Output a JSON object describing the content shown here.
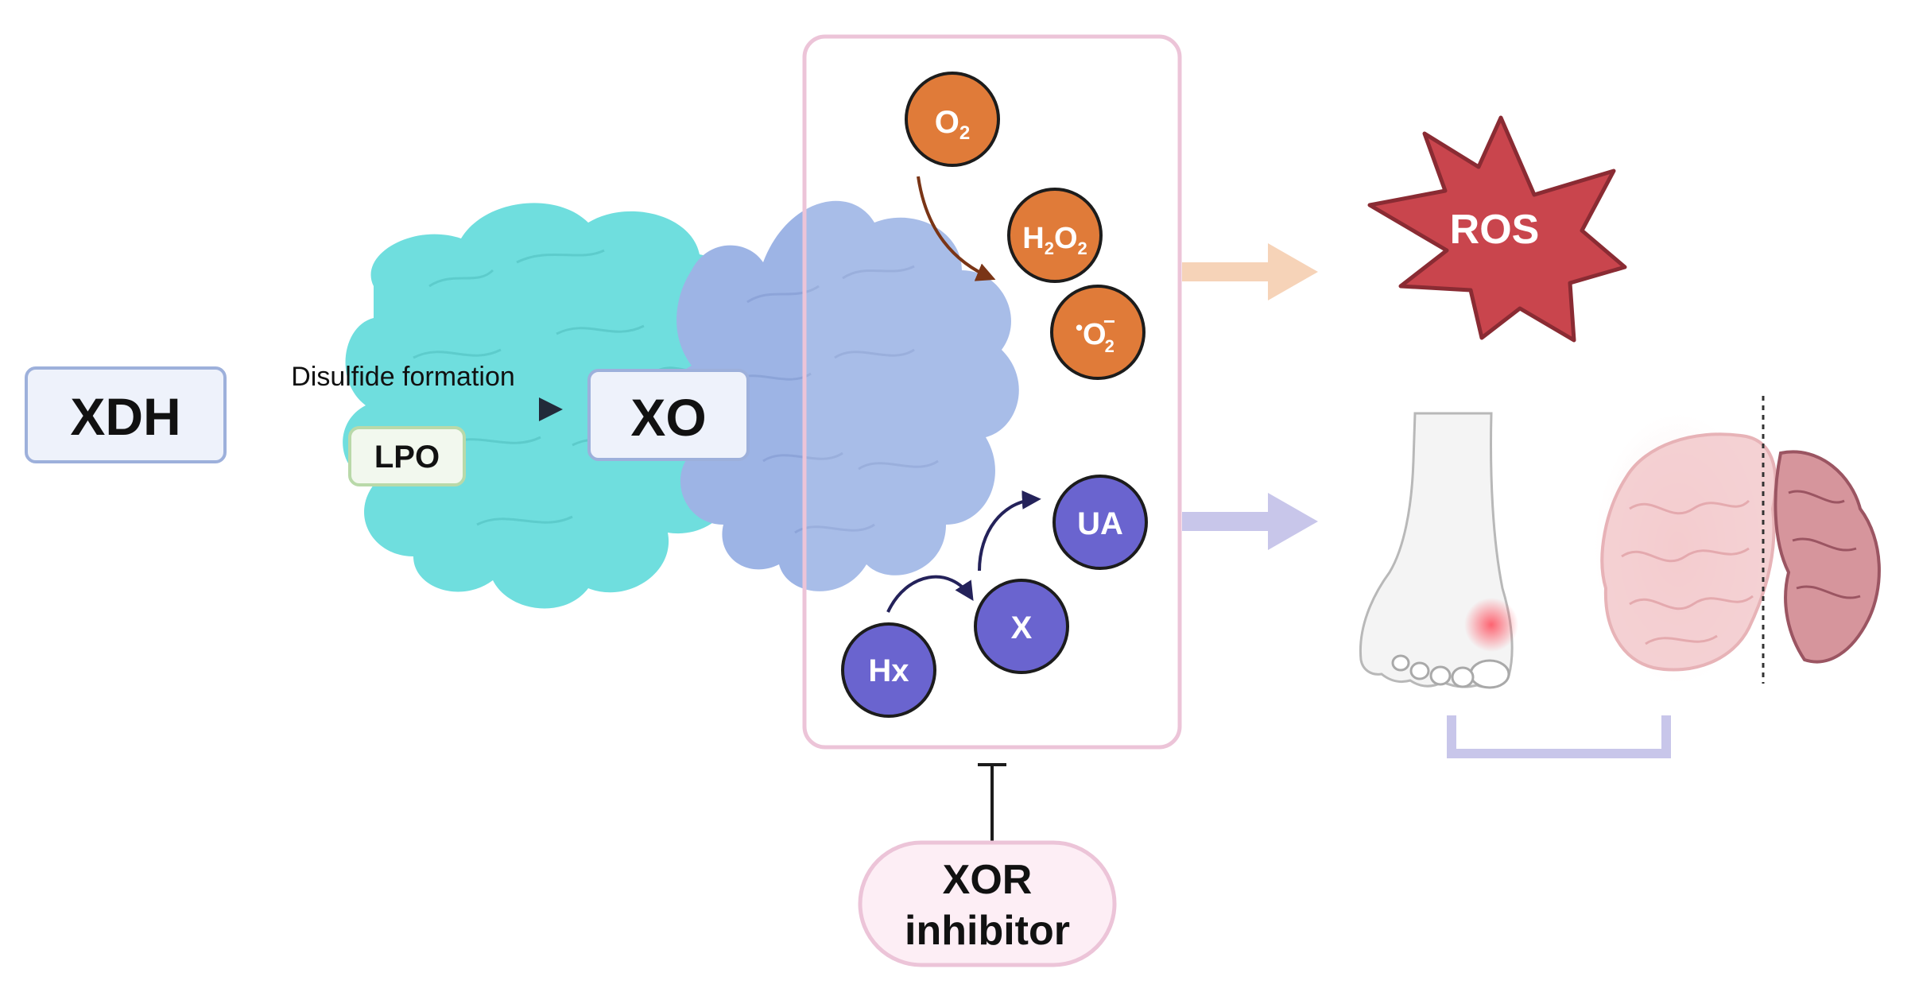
{
  "labels": {
    "xdh": "XDH",
    "xo": "XO",
    "lpo": "LPO",
    "disulfide": "Disulfide formation",
    "ros": "ROS",
    "xor_line1": "XOR",
    "xor_line2": "inhibitor",
    "ua": "UA",
    "x": "X",
    "hx": "Hx",
    "o2_base": "O",
    "o2_sub": "2",
    "h2o2_h": "H",
    "h2o2_sub1": "2",
    "h2o2_o": "O",
    "h2o2_sub2": "2",
    "superoxide_dot": "•",
    "superoxide_o": "O",
    "superoxide_sub": "2",
    "superoxide_sup": "−"
  },
  "icons": {
    "protein_left": "protein-surface-icon",
    "protein_right": "protein-surface-icon",
    "foot": "foot-gout-icon",
    "brain": "brain-section-icon",
    "ros": "ros-burst-icon",
    "inhibition": "inhibition-bar-icon"
  },
  "colors": {
    "orange": "#e07b39",
    "purple": "#6a64cf",
    "ros_red": "#c9454d",
    "box_fill": "#eef2fb",
    "box_border": "#9db0db",
    "lpo_border": "#b9d9a9",
    "pink_border": "#ecc4d8",
    "protein_cyan": "#6fdede",
    "protein_blue": "#9db4e5",
    "arrow_peach": "#f6d3b8",
    "arrow_lavender": "#c8c6ea"
  }
}
